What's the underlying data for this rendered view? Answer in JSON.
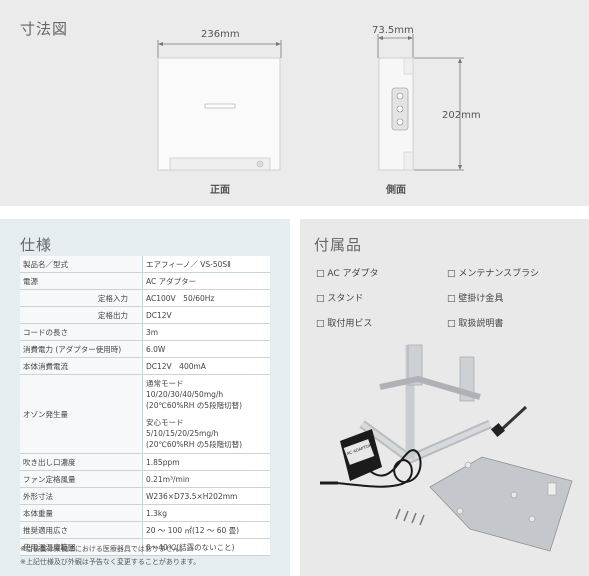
{
  "dims": {
    "title": "寸法図",
    "width_label": "236mm",
    "depth_label": "73.5mm",
    "height_label": "202mm",
    "front_caption": "正面",
    "side_caption": "側面"
  },
  "spec": {
    "title": "仕様",
    "rows": [
      {
        "key": "製品名／型式",
        "value": "エアフィーノ／ VS-50SⅡ"
      },
      {
        "key": "電源",
        "value": "AC アダプター"
      },
      {
        "key": "定格入力",
        "value": "AC100V　50/60Hz",
        "sub": true
      },
      {
        "key": "定格出力",
        "value": "DC12V",
        "sub": true
      },
      {
        "key": "コードの長さ",
        "value": "3m"
      },
      {
        "key": "消費電力 (アダプター使用時)",
        "value": "6.0W"
      },
      {
        "key": "本体消費電流",
        "value": "DC12V　400mA"
      }
    ],
    "ozone_key": "オゾン発生量",
    "ozone_lines_1": [
      "通常モード",
      "10/20/30/40/50mg/h",
      "(20℃60%RH の5段階切替)"
    ],
    "ozone_lines_2": [
      "安心モード",
      "5/10/15/20/25mg/h",
      "(20℃60%RH の5段階切替)"
    ],
    "rows2": [
      {
        "key": "吹き出し口濃度",
        "value": "1.85ppm"
      },
      {
        "key": "ファン定格風量",
        "value": "0.21m³/min"
      },
      {
        "key": "外形寸法",
        "value": "W236×D73.5×H202mm"
      },
      {
        "key": "本体重量",
        "value": "1.3kg"
      },
      {
        "key": "推奨適用広さ",
        "value": "20 〜 100 ㎡(12 〜 60 畳)"
      },
      {
        "key": "使用温湿度範囲",
        "value": "0〜40℃(結露のないこと)"
      }
    ],
    "notes": [
      "※当装置は薬機法における医療器具ではありません。",
      "※上記仕様及び外観は予告なく変更することがあります。"
    ]
  },
  "accessories": {
    "title": "付属品",
    "items": [
      "□ AC アダプタ",
      "□ メンテナンスブラシ",
      "□ スタンド",
      "□ 壁掛け金具",
      "□ 取付用ビス",
      "□ 取扱説明書"
    ],
    "adapter_label": "AC ADAPTOR"
  }
}
